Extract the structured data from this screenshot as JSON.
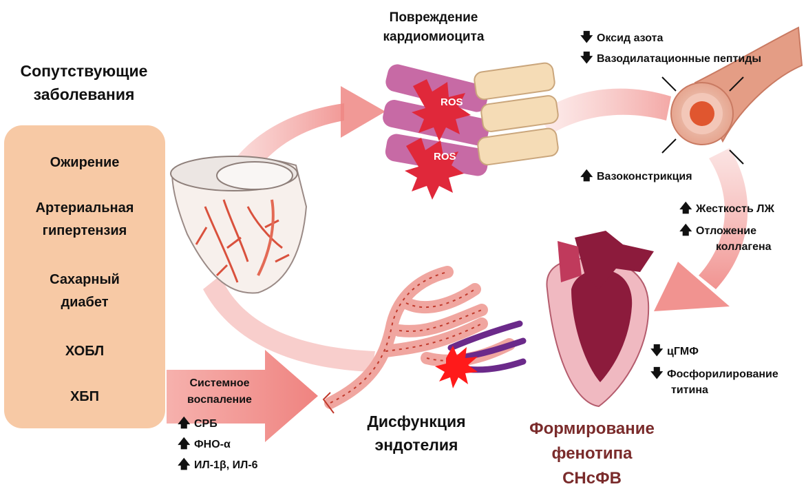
{
  "comorbidities": {
    "title": "Сопутствующие заболевания",
    "title_line1": "Сопутствующие",
    "title_line2": "заболевания",
    "items": [
      {
        "line1": "Ожирение",
        "line2": ""
      },
      {
        "line1": "Артериальная",
        "line2": "гипертензия"
      },
      {
        "line1": "Сахарный",
        "line2": "диабет"
      },
      {
        "line1": "ХОБЛ",
        "line2": ""
      },
      {
        "line1": "ХБП",
        "line2": ""
      }
    ]
  },
  "cardiomyocyte": {
    "title_line1": "Повреждение",
    "title_line2": "кардиомиоцита",
    "ros_label": "ROS"
  },
  "vessel": {
    "decrease_1": "Оксид азота",
    "decrease_2": "Вазодилатационные пептиды",
    "increase_1": "Вазоконстрикция"
  },
  "lv": {
    "increase_1": "Жесткость ЛЖ",
    "increase_2_line1": "Отложение",
    "increase_2_line2": "коллагена"
  },
  "heart_phenotype": {
    "decrease_1": "цГМФ",
    "decrease_2_line1": "Фосфорилирование",
    "decrease_2_line2": "титина",
    "title_line1": "Формирование",
    "title_line2": "фенотипа",
    "title_line3": "СНсФВ"
  },
  "inflammation": {
    "title_line1": "Системное",
    "title_line2": "воспаление",
    "markers": [
      "СРБ",
      "ФНО-α",
      "ИЛ-1β, ИЛ-6"
    ]
  },
  "endothelium": {
    "title_line1": "Дисфункция",
    "title_line2": "эндотелия"
  },
  "symbols": {
    "up": "🡅",
    "down": "🡇"
  },
  "colors": {
    "panel": "#f7c9a5",
    "arrow": "#f08a88",
    "maroon_title": "#7a2b2b",
    "muscle": "#c76aa5",
    "tissue": "#f5dcb6",
    "vessel": "#e49d85",
    "heart_dark": "#8c1b3c",
    "heart_light": "#f0b9c1"
  }
}
